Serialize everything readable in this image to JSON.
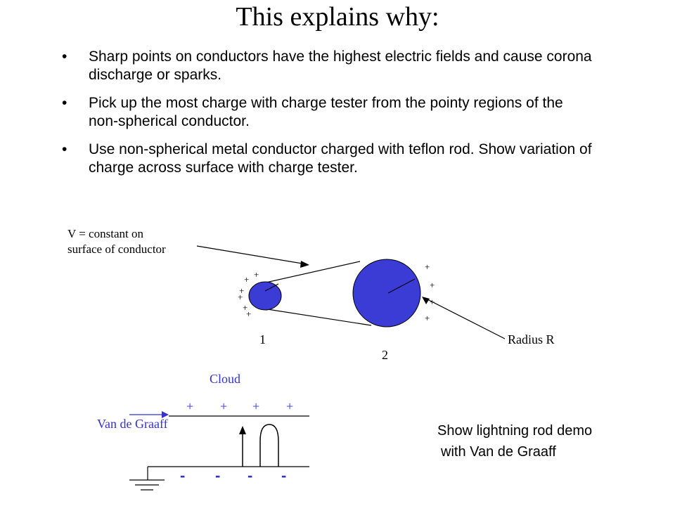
{
  "title": "This explains why:",
  "bullets": [
    {
      "marker": "•",
      "text": "Sharp points on conductors have the highest electric fields and cause corona discharge or sparks."
    },
    {
      "marker": "•",
      "text": "Pick up the most charge with charge tester from the pointy regions of the non-spherical conductor."
    },
    {
      "marker": "•",
      "text": "Use non-spherical metal conductor charged with teflon rod. Show variation of charge across surface with charge tester."
    }
  ],
  "conductor_diagram": {
    "v_label_line1": "V = constant on",
    "v_label_line2": "surface of conductor",
    "label_small_sphere": "1",
    "label_large_sphere": "2",
    "radius_label": "Radius R",
    "plus_sign": "+",
    "sphere_color": "#3b3bd6"
  },
  "lightning_diagram": {
    "cloud_label": "Cloud",
    "cloud_charges": [
      "+",
      "+",
      "+",
      "+"
    ],
    "ground_charges": [
      "-",
      "-",
      "-",
      "-"
    ],
    "van_de_graaff_label": "Van de Graaff",
    "label_color": "#3333cc"
  },
  "demo_note": {
    "line1": "Show lightning rod demo",
    "line2": "with Van de Graaff"
  }
}
